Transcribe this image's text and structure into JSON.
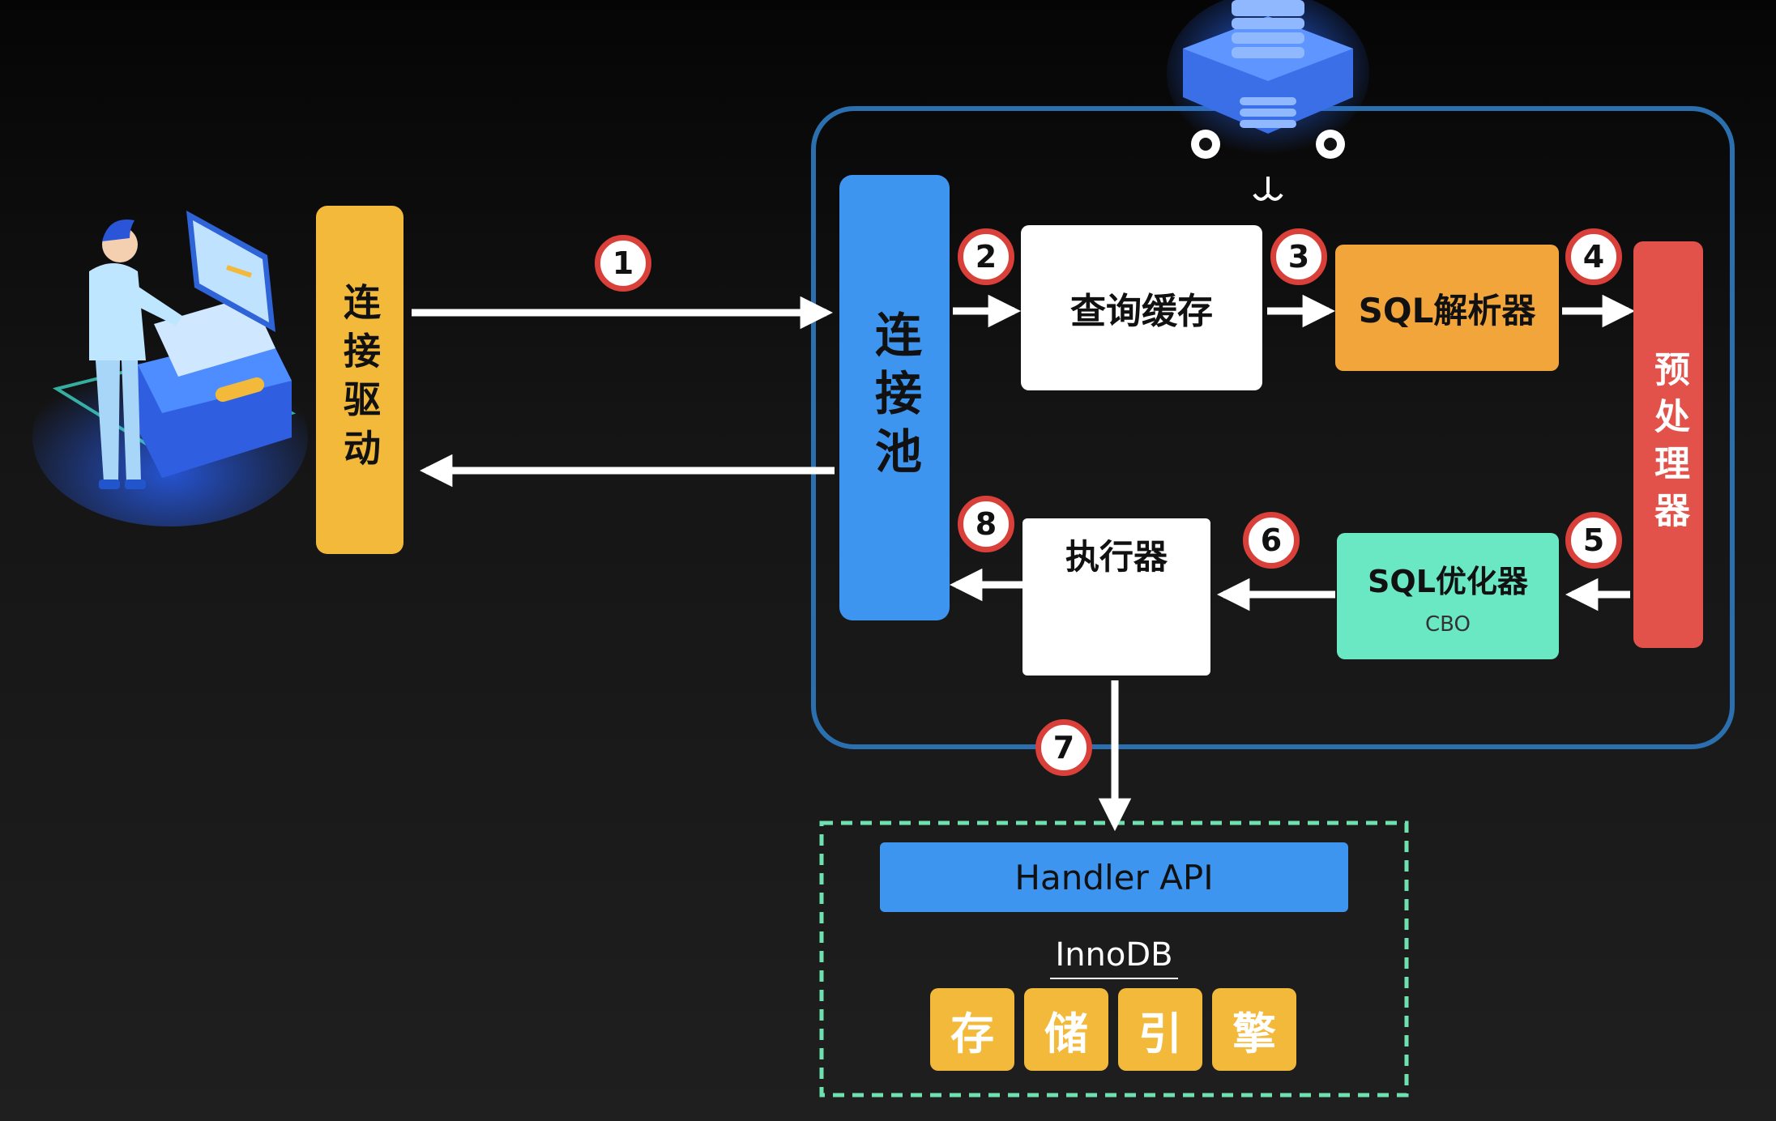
{
  "client": {
    "driver_label": "连接驱动"
  },
  "server": {
    "pool_label": "连接池",
    "query_cache_label": "查询缓存",
    "parser_label": "SQL解析器",
    "preprocessor_label": "预处理器",
    "optimizer_label": "SQL优化器",
    "optimizer_sublabel": "CBO",
    "executor_label": "执行器"
  },
  "steps": [
    "1",
    "2",
    "3",
    "4",
    "5",
    "6",
    "7",
    "8"
  ],
  "storage": {
    "handler_api_label": "Handler API",
    "engine_name": "InnoDB",
    "engine_chars": [
      "存",
      "储",
      "引",
      "擎"
    ]
  },
  "colors": {
    "driver": "#f2b93a",
    "pool": "#3d95f0",
    "query_cache": "#ffffff",
    "parser": "#f2a53a",
    "preprocessor": "#e2524a",
    "optimizer": "#6ae8c4",
    "executor": "#ffffff",
    "handler_api": "#3d95f0",
    "server_border": "#2b6fae",
    "storage_border": "#6fe0b0",
    "step_ring": "#d9403a"
  }
}
